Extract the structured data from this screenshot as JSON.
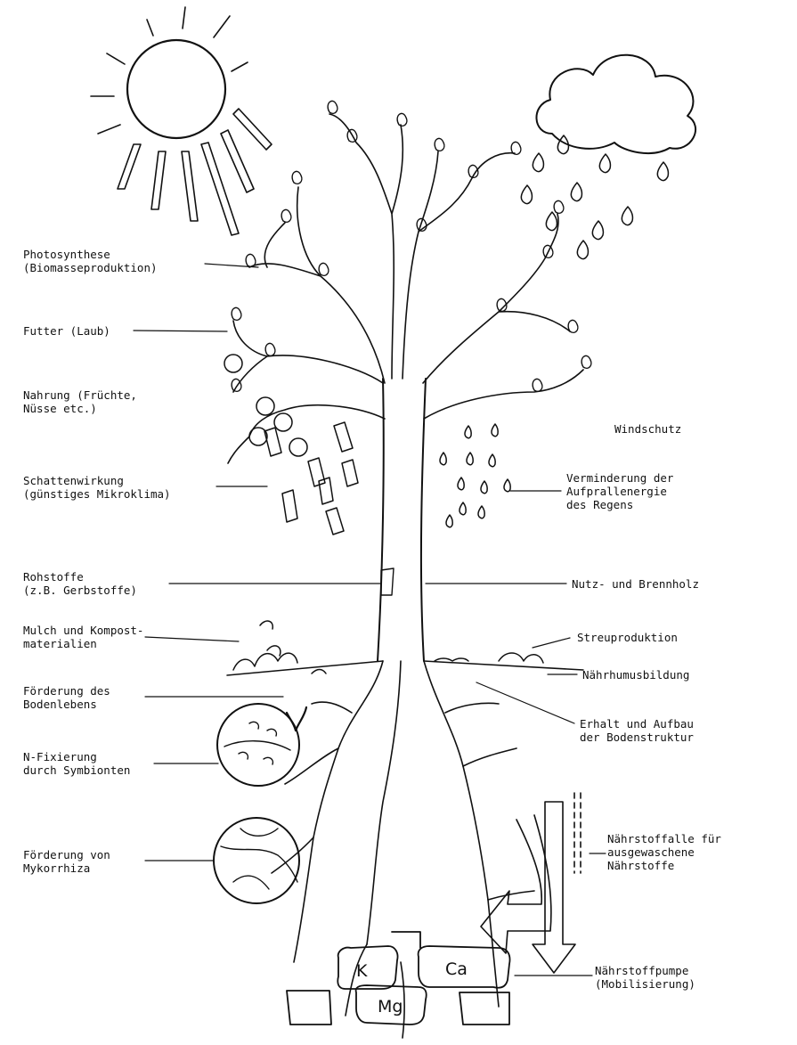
{
  "labels": {
    "photosynthese": [
      "Photosynthese",
      "(Biomasseproduktion)"
    ],
    "futter": [
      "Futter (Laub)"
    ],
    "nahrung": [
      "Nahrung (Früchte,",
      "Nüsse etc.)"
    ],
    "schatten": [
      "Schattenwirkung",
      "(günstiges Mikroklima)"
    ],
    "rohstoffe": [
      "Rohstoffe",
      "(z.B. Gerbstoffe)"
    ],
    "mulch": [
      "Mulch und Kompost-",
      "materialien"
    ],
    "bodenleben": [
      "Förderung des",
      "Bodenlebens"
    ],
    "nfix": [
      "N-Fixierung",
      "durch Symbionten"
    ],
    "mykorrhiza": [
      "Förderung von",
      "Mykorrhiza"
    ],
    "windschutz": [
      "Windschutz"
    ],
    "aufprall": [
      "Verminderung der",
      "Aufprallenergie",
      "des Regens"
    ],
    "nutzholz": [
      "Nutz- und Brennholz"
    ],
    "streu": [
      "Streuproduktion"
    ],
    "naehrhumus": [
      "Nährhumusbildung"
    ],
    "bodenstruktur": [
      "Erhalt und Aufbau",
      "der Bodenstruktur"
    ],
    "naehrstofffalle": [
      "Nährstoffalle für",
      "ausgewaschene",
      "Nährstoffe"
    ],
    "naehrstoffpumpe": [
      "Nährstoffpumpe",
      "(Mobilisierung)"
    ]
  },
  "nutrients": {
    "k": "K",
    "ca": "Ca",
    "mg": "Mg"
  }
}
